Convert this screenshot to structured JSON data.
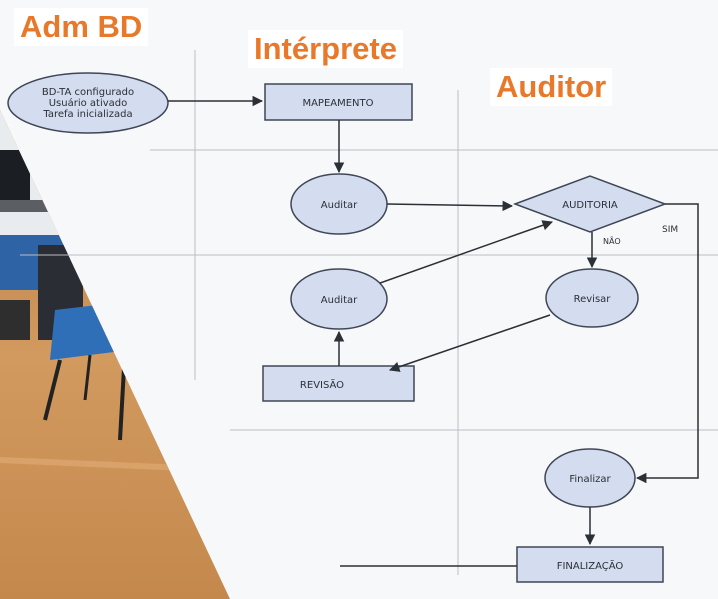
{
  "lanes": {
    "adm": "Adm BD",
    "interprete": "Intérprete",
    "auditor": "Auditor"
  },
  "start_node": {
    "line1": "BD-TA configurado",
    "line2": "Usuário ativado",
    "line3": "Tarefa inicializada"
  },
  "nodes": {
    "mapeamento": "MAPEAMENTO",
    "auditar_top": "Auditar",
    "auditoria": "AUDITORIA",
    "auditar_mid": "Auditar",
    "revisar": "Revisar",
    "revisao": "REVISÃO",
    "finalizar": "Finalizar",
    "finalizacao": "FINALIZAÇÃO"
  },
  "edge_labels": {
    "sim": "SIM",
    "nao": "NÃO"
  },
  "colors": {
    "lane_title": "#e8792a",
    "shape_fill": "#d4dcef",
    "shape_stroke": "#3f4656",
    "wall": "#2e63a5",
    "floor": "#c78a4e"
  }
}
